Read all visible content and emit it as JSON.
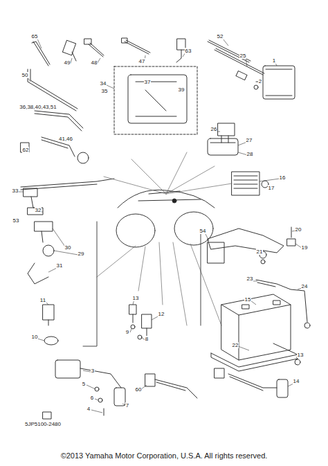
{
  "diagram": {
    "caption": "©2013 Yamaha Motor Corporation, U.S.A. All rights reserved.",
    "labels": [
      "65",
      "49",
      "48",
      "47",
      "63",
      "52",
      "25",
      "50",
      "34",
      "35",
      "37",
      "39",
      "1",
      "2",
      "36,38,40,43,51",
      "41,46",
      "62",
      "26",
      "27",
      "28",
      "16",
      "17",
      "33",
      "32",
      "53",
      "30",
      "29",
      "31",
      "11",
      "10",
      "13",
      "12",
      "9",
      "8",
      "3",
      "5",
      "6",
      "4",
      "7",
      "60",
      "54",
      "20",
      "19",
      "21",
      "23",
      "24",
      "15",
      "22",
      "13",
      "14",
      "5JP5100-2480"
    ]
  }
}
